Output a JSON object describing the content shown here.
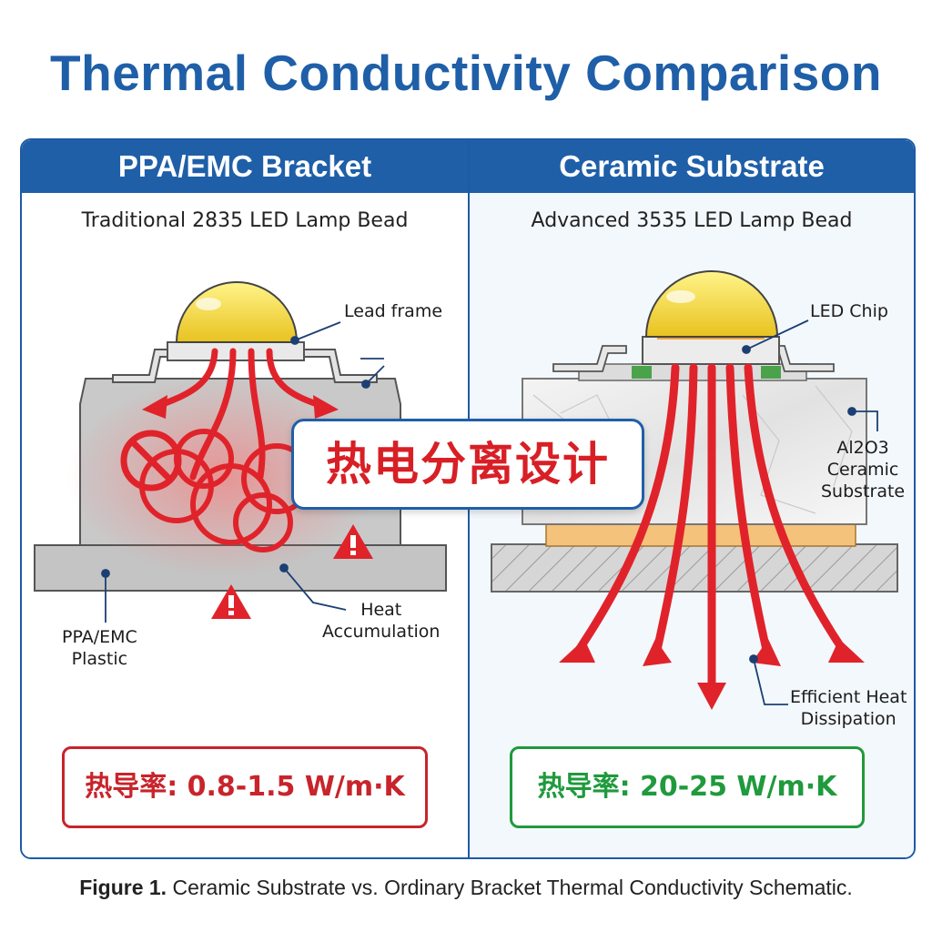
{
  "title": "Thermal Conductivity Comparison",
  "left": {
    "header": "PPA/EMC Bracket",
    "subtitle": "Traditional 2835 LED Lamp Bead",
    "labels": {
      "lead_frame": "Lead frame",
      "plastic_line1": "PPA/EMC",
      "plastic_line2": "Plastic",
      "heat_line1": "Heat",
      "heat_line2": "Accumulation"
    },
    "value": "热导率: 0.8-1.5 W/m·K",
    "color": "#c8242b"
  },
  "right": {
    "header": "Ceramic Substrate",
    "subtitle": "Advanced 3535 LED Lamp Bead",
    "labels": {
      "led_chip": "LED Chip",
      "ceramic_line1": "Al2O3",
      "ceramic_line2": "Ceramic",
      "ceramic_line3": "Substrate",
      "dissipation_line1": "Efficient Heat",
      "dissipation_line2": "Dissipation"
    },
    "value": "热导率: 20-25 W/m·K",
    "color": "#1f9a3c"
  },
  "center_badge": "热电分离设计",
  "caption": {
    "bold": "Figure 1.",
    "text": " Ceramic Substrate vs. Ordinary Bracket Thermal Conductivity Schematic."
  },
  "colors": {
    "brand_blue": "#1f5fa8",
    "heat_red": "#d81f26",
    "lens_yellow": "#f7d93a",
    "plastic_gray": "#c9c9c9"
  }
}
